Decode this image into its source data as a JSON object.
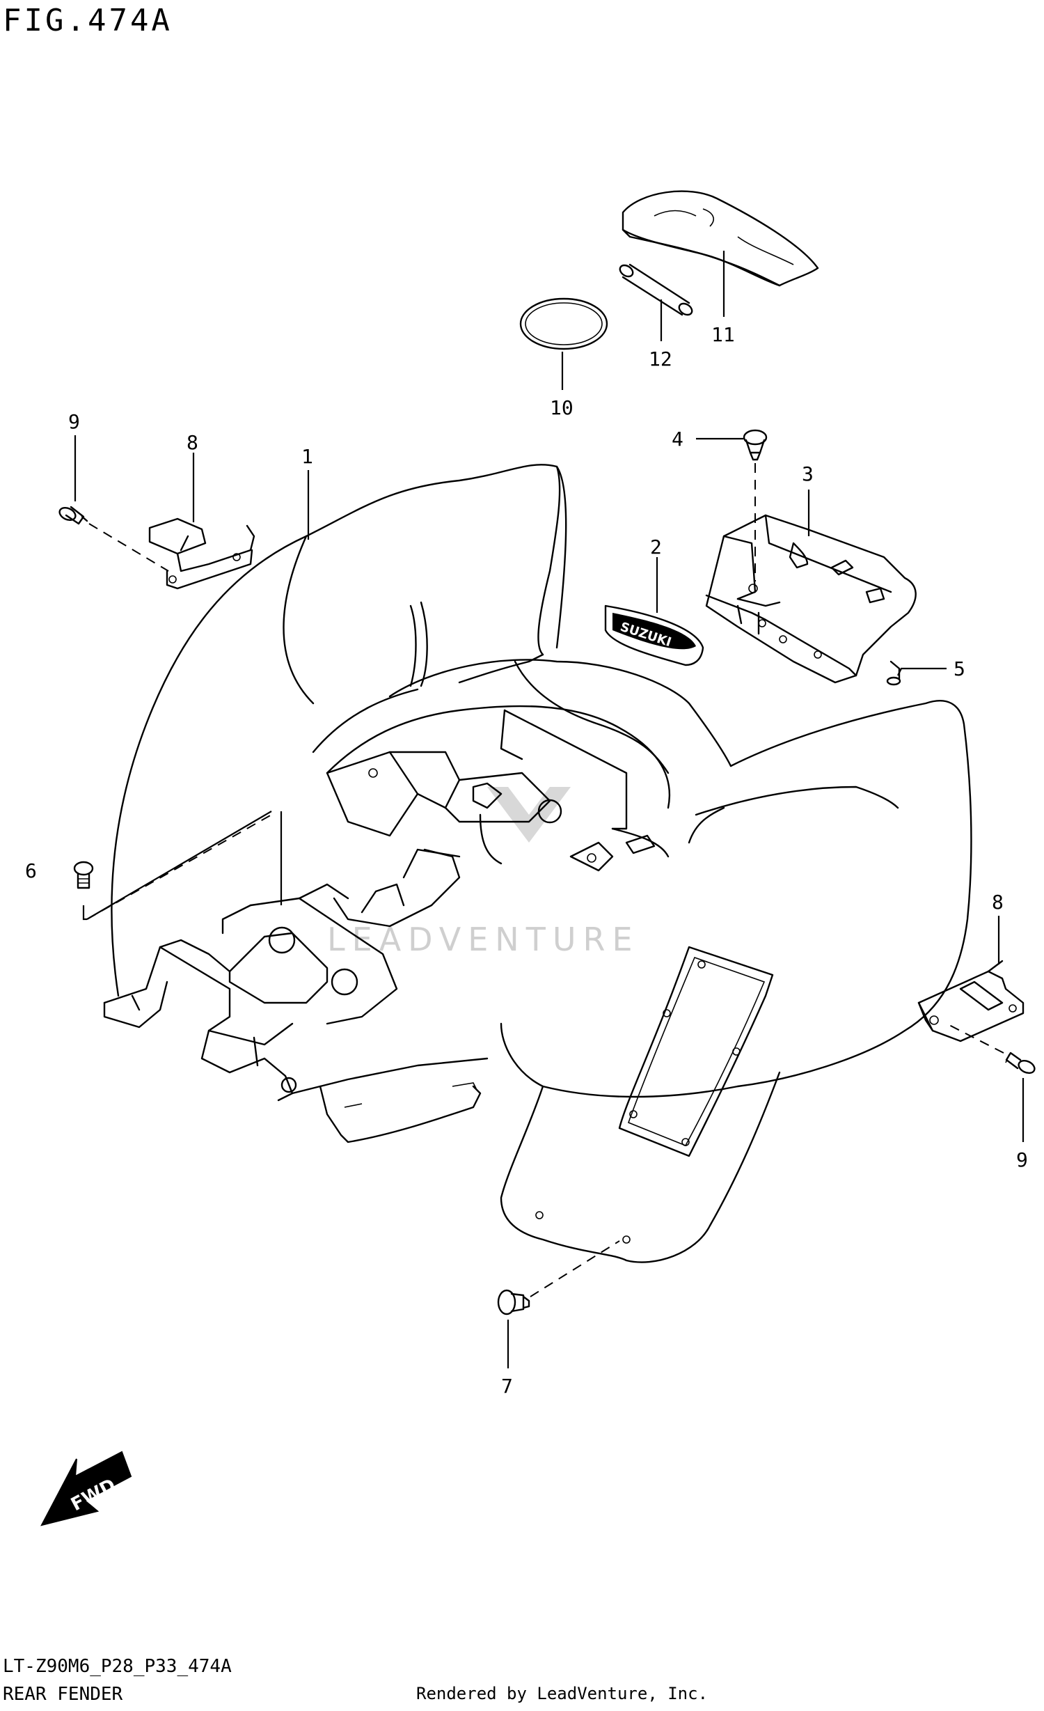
{
  "header": {
    "figure_title": "FIG.474A"
  },
  "footer": {
    "model_code": "LT-Z90M6_P28_P33_474A",
    "diagram_name": "REAR FENDER",
    "rendered_by": "Rendered by LeadVenture, Inc."
  },
  "watermark": {
    "text": "LEADVENTURE"
  },
  "fwd_arrow": {
    "label": "FWD"
  },
  "callouts": {
    "c1": "1",
    "c2": "2",
    "c3": "3",
    "c4": "4",
    "c5": "5",
    "c6": "6",
    "c7": "7",
    "c8a": "8",
    "c8b": "8",
    "c9a": "9",
    "c9b": "9",
    "c10": "10",
    "c11": "11",
    "c12": "12"
  },
  "decal_text": "SUZUKI"
}
